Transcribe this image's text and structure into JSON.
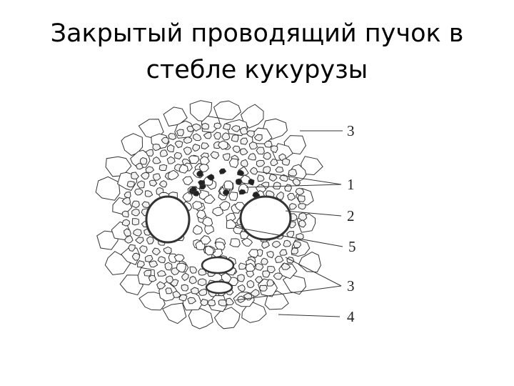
{
  "slide": {
    "title_line1": "Закрытый проводящий пучок в",
    "title_line2": "стебле кукурузы"
  },
  "diagram": {
    "labels": [
      "3",
      "1",
      "2",
      "5",
      "3",
      "4"
    ],
    "line_color": "#333333",
    "background": "#ffffff"
  }
}
